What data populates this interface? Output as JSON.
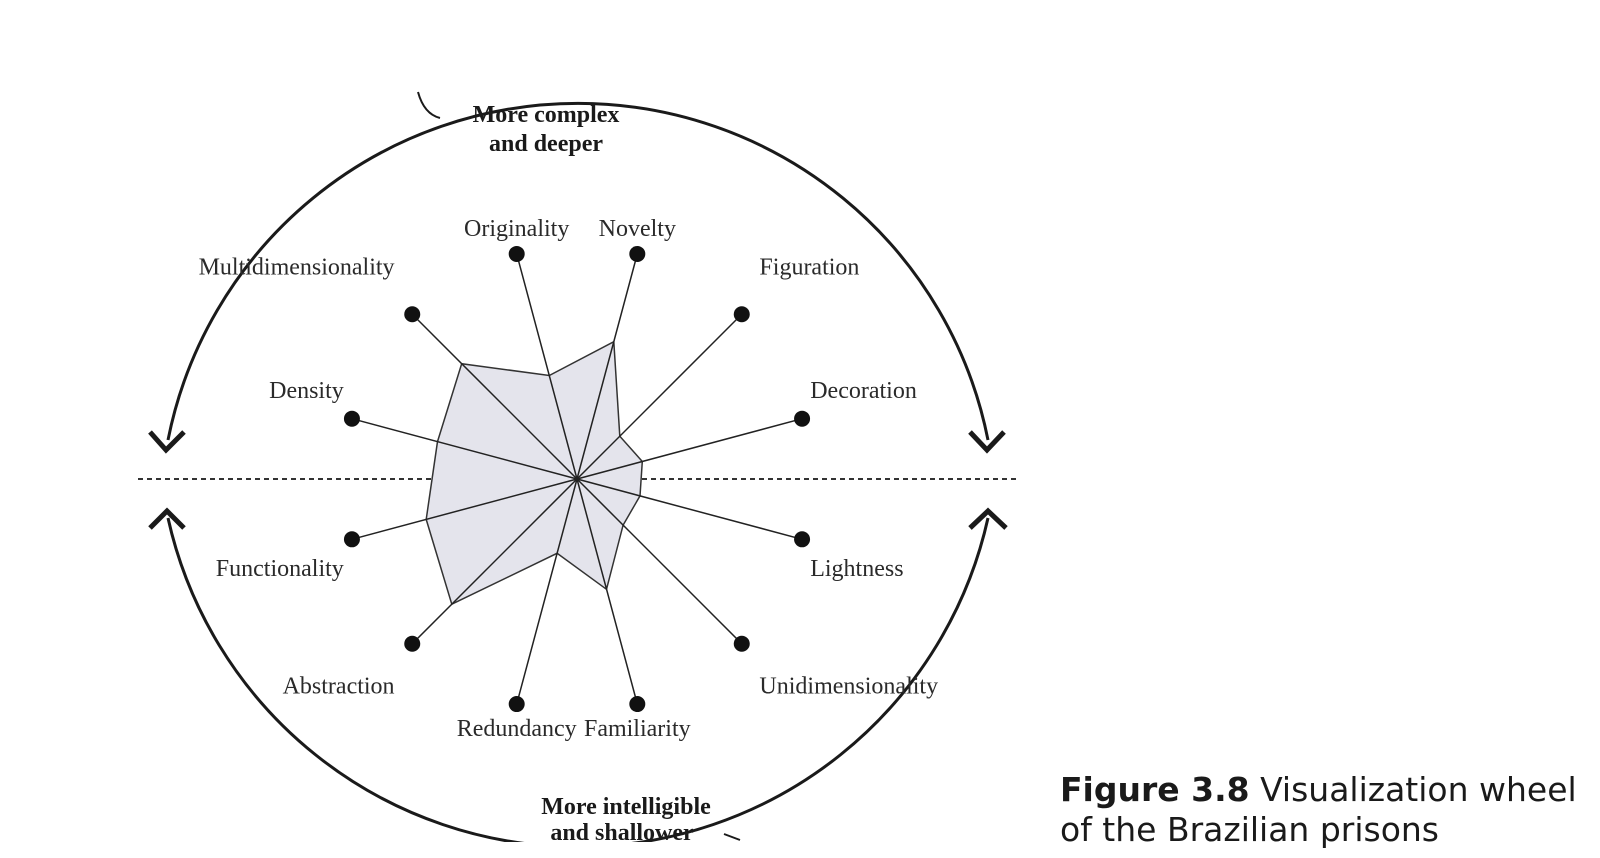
{
  "diagram": {
    "top_region_label": [
      "More complex",
      "and deeper"
    ],
    "bottom_region_label": [
      "More intelligible",
      "and shallower"
    ],
    "spokes": [
      {
        "name": "Density",
        "value": 0.62
      },
      {
        "name": "Multidimensionality",
        "value": 0.7
      },
      {
        "name": "Originality",
        "value": 0.46
      },
      {
        "name": "Novelty",
        "value": 0.61
      },
      {
        "name": "Figuration",
        "value": 0.26
      },
      {
        "name": "Decoration",
        "value": 0.29
      },
      {
        "name": "Lightness",
        "value": 0.28
      },
      {
        "name": "Unidimensionality",
        "value": 0.28
      },
      {
        "name": "Familiarity",
        "value": 0.49
      },
      {
        "name": "Redundancy",
        "value": 0.33
      },
      {
        "name": "Abstraction",
        "value": 0.76
      },
      {
        "name": "Functionality",
        "value": 0.67
      }
    ],
    "polygon_fill": "#e4e4ec",
    "line_color": "#222222"
  },
  "caption": {
    "figure_number": "Figure 3.8",
    "text": " Visualization wheel of the Brazilian prisons"
  }
}
